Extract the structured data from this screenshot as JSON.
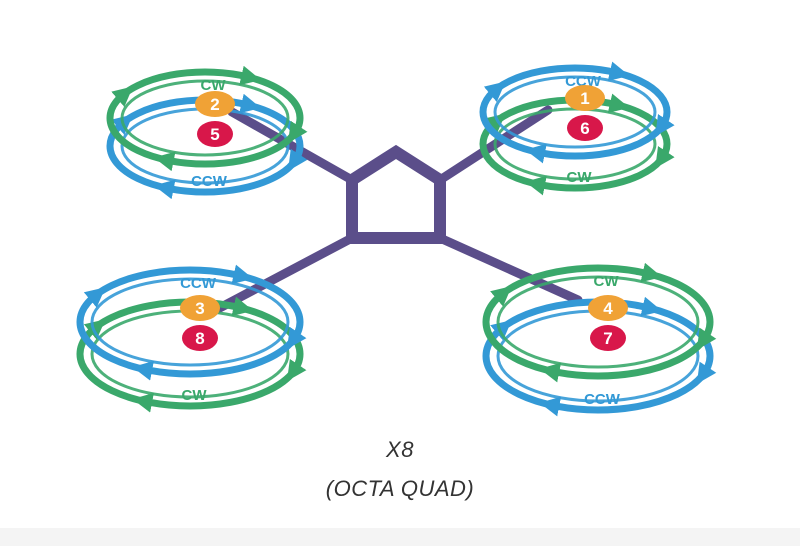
{
  "colors": {
    "arm": "#5b4e8a",
    "cw": "#3aa86b",
    "ccw": "#3399d6",
    "top_motor": "#f0a236",
    "bottom_motor": "#d8174a",
    "label_text": "#ffffff"
  },
  "caption": {
    "line1": "X8",
    "line2": "(OCTA QUAD)"
  },
  "rotors": [
    {
      "id": "front-left",
      "top_motor": "2",
      "bottom_motor": "5",
      "top_dir": "CW",
      "bottom_dir": "CCW",
      "top_color": "cw",
      "bottom_color": "ccw"
    },
    {
      "id": "front-right",
      "top_motor": "1",
      "bottom_motor": "6",
      "top_dir": "CCW",
      "bottom_dir": "CW",
      "top_color": "ccw",
      "bottom_color": "cw"
    },
    {
      "id": "rear-left",
      "top_motor": "3",
      "bottom_motor": "8",
      "top_dir": "CCW",
      "bottom_dir": "CW",
      "top_color": "ccw",
      "bottom_color": "cw"
    },
    {
      "id": "rear-right",
      "top_motor": "4",
      "bottom_motor": "7",
      "top_dir": "CW",
      "bottom_dir": "CCW",
      "top_color": "cw",
      "bottom_color": "ccw"
    }
  ]
}
